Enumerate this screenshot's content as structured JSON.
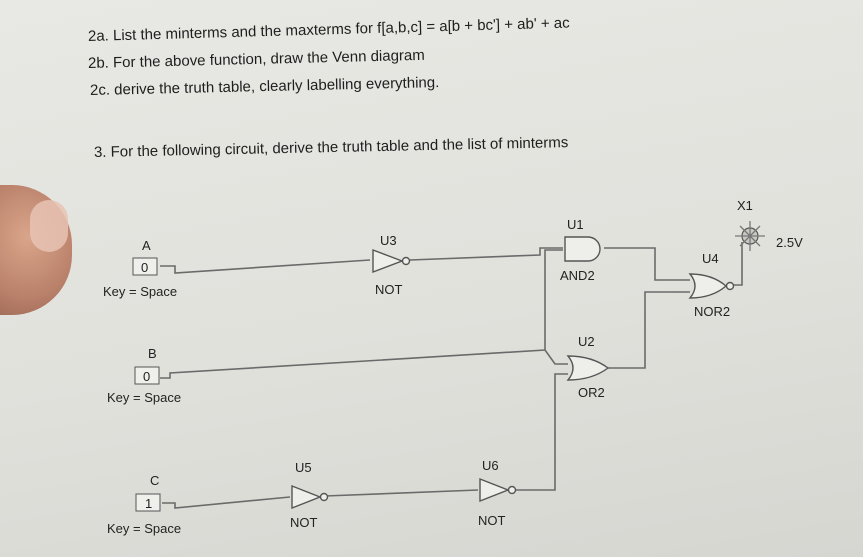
{
  "questions": {
    "q2a": "2a. List the minterms and the maxterms for f[a,b,c] = a[b + bc'] + ab' + ac",
    "q2b": "2b. For the above function, draw the Venn diagram",
    "q2c": "2c. derive the truth table, clearly labelling everything.",
    "q3": "3. For the following circuit, derive the truth table and the list of minterms"
  },
  "circuit": {
    "inputs": [
      {
        "name": "A",
        "value": "0",
        "key": "Key = Space"
      },
      {
        "name": "B",
        "value": "0",
        "key": "Key = Space"
      },
      {
        "name": "C",
        "value": "1",
        "key": "Key = Space"
      }
    ],
    "gates": {
      "u3": {
        "ref": "U3",
        "type": "NOT"
      },
      "u1": {
        "ref": "U1",
        "type": "AND2"
      },
      "u2": {
        "ref": "U2",
        "type": "OR2"
      },
      "u4": {
        "ref": "U4",
        "type": "NOR2"
      },
      "u5": {
        "ref": "U5",
        "type": "NOT"
      },
      "u6": {
        "ref": "U6",
        "type": "NOT"
      }
    },
    "probe": {
      "ref": "X1",
      "voltage": "2.5V"
    }
  }
}
